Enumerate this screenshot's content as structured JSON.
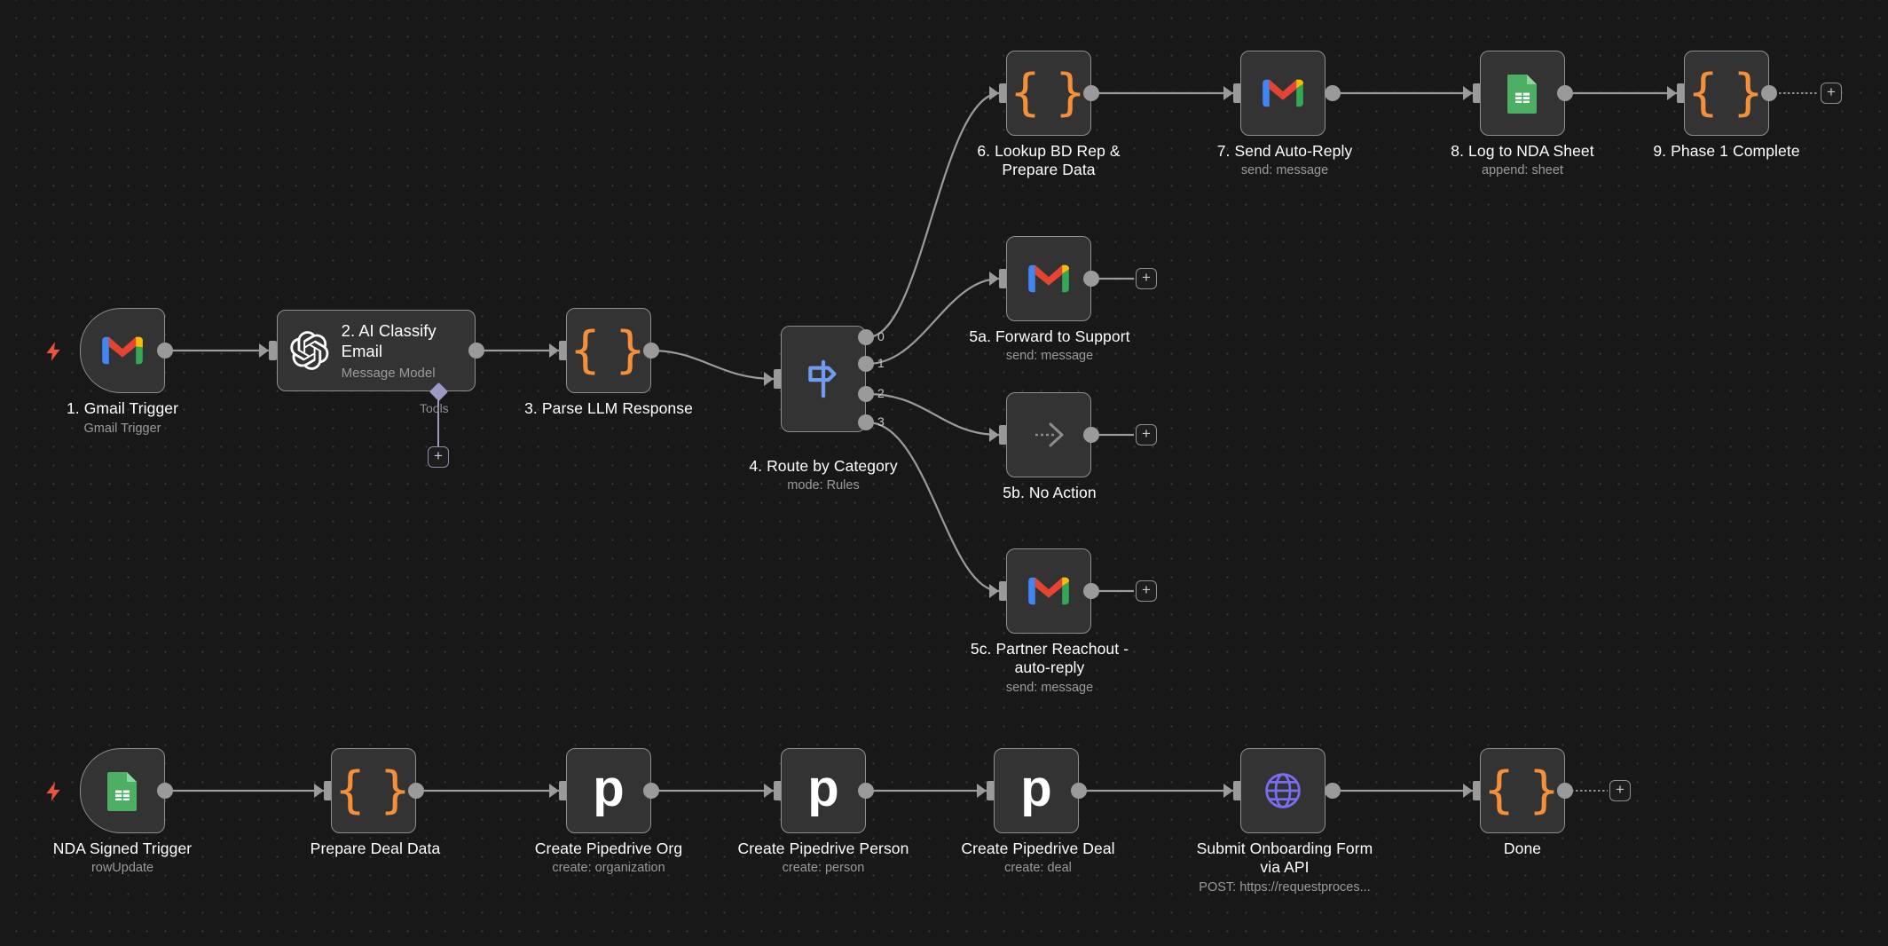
{
  "canvas": {
    "background_color": "#181818",
    "grid_dot_color": "#3a3a3a",
    "edge_color": "#9b9b9b",
    "node_fill": "#333333",
    "node_border": "#8e8e8e",
    "accent_code_orange": "#f4903a",
    "accent_switch_blue": "#6f9bf0",
    "accent_http_purple": "#7a6ef0",
    "accent_trigger_red": "#e8563a",
    "accent_tool_purple": "#9c99c4"
  },
  "nodes": {
    "gmail_trigger": {
      "title": "1. Gmail Trigger",
      "subtitle": "Gmail Trigger",
      "icon": "gmail-icon"
    },
    "ai_classify": {
      "title": "2. AI Classify Email",
      "subtitle": "Message Model",
      "icon": "openai-icon",
      "tool_label": "Tools"
    },
    "parse_llm": {
      "title": "3. Parse LLM Response",
      "subtitle": "",
      "icon": "code-braces-icon"
    },
    "route": {
      "title": "4. Route by Category",
      "subtitle": "mode: Rules",
      "icon": "switch-signpost-icon",
      "outputs": [
        "0",
        "1",
        "2",
        "3"
      ]
    },
    "lookup_bd": {
      "title": "6. Lookup BD Rep &\nPrepare Data",
      "subtitle": "",
      "icon": "code-braces-icon"
    },
    "send_auto_reply": {
      "title": "7. Send Auto-Reply",
      "subtitle": "send: message",
      "icon": "gmail-icon"
    },
    "log_nda": {
      "title": "8. Log to NDA Sheet",
      "subtitle": "append: sheet",
      "icon": "google-sheets-icon"
    },
    "phase1_complete": {
      "title": "9. Phase 1 Complete",
      "subtitle": "",
      "icon": "code-braces-icon"
    },
    "forward_support": {
      "title": "5a. Forward to Support",
      "subtitle": "send: message",
      "icon": "gmail-icon"
    },
    "no_action": {
      "title": "5b. No Action",
      "subtitle": "",
      "icon": "noop-arrow-icon"
    },
    "partner_reachout": {
      "title": "5c. Partner Reachout -\nauto-reply",
      "subtitle": "send: message",
      "icon": "gmail-icon"
    },
    "nda_signed_trigger": {
      "title": "NDA Signed Trigger",
      "subtitle": "rowUpdate",
      "icon": "google-sheets-icon"
    },
    "prepare_deal": {
      "title": "Prepare Deal Data",
      "subtitle": "",
      "icon": "code-braces-icon"
    },
    "create_org": {
      "title": "Create Pipedrive Org",
      "subtitle": "create: organization",
      "icon": "pipedrive-icon"
    },
    "create_person": {
      "title": "Create Pipedrive Person",
      "subtitle": "create: person",
      "icon": "pipedrive-icon"
    },
    "create_deal": {
      "title": "Create Pipedrive Deal",
      "subtitle": "create: deal",
      "icon": "pipedrive-icon"
    },
    "submit_form": {
      "title": "Submit Onboarding Form\nvia API",
      "subtitle": "POST: https://requestproces...",
      "icon": "http-globe-icon"
    },
    "done": {
      "title": "Done",
      "subtitle": "",
      "icon": "code-braces-icon"
    }
  },
  "add_buttons": {
    "label": "+"
  }
}
